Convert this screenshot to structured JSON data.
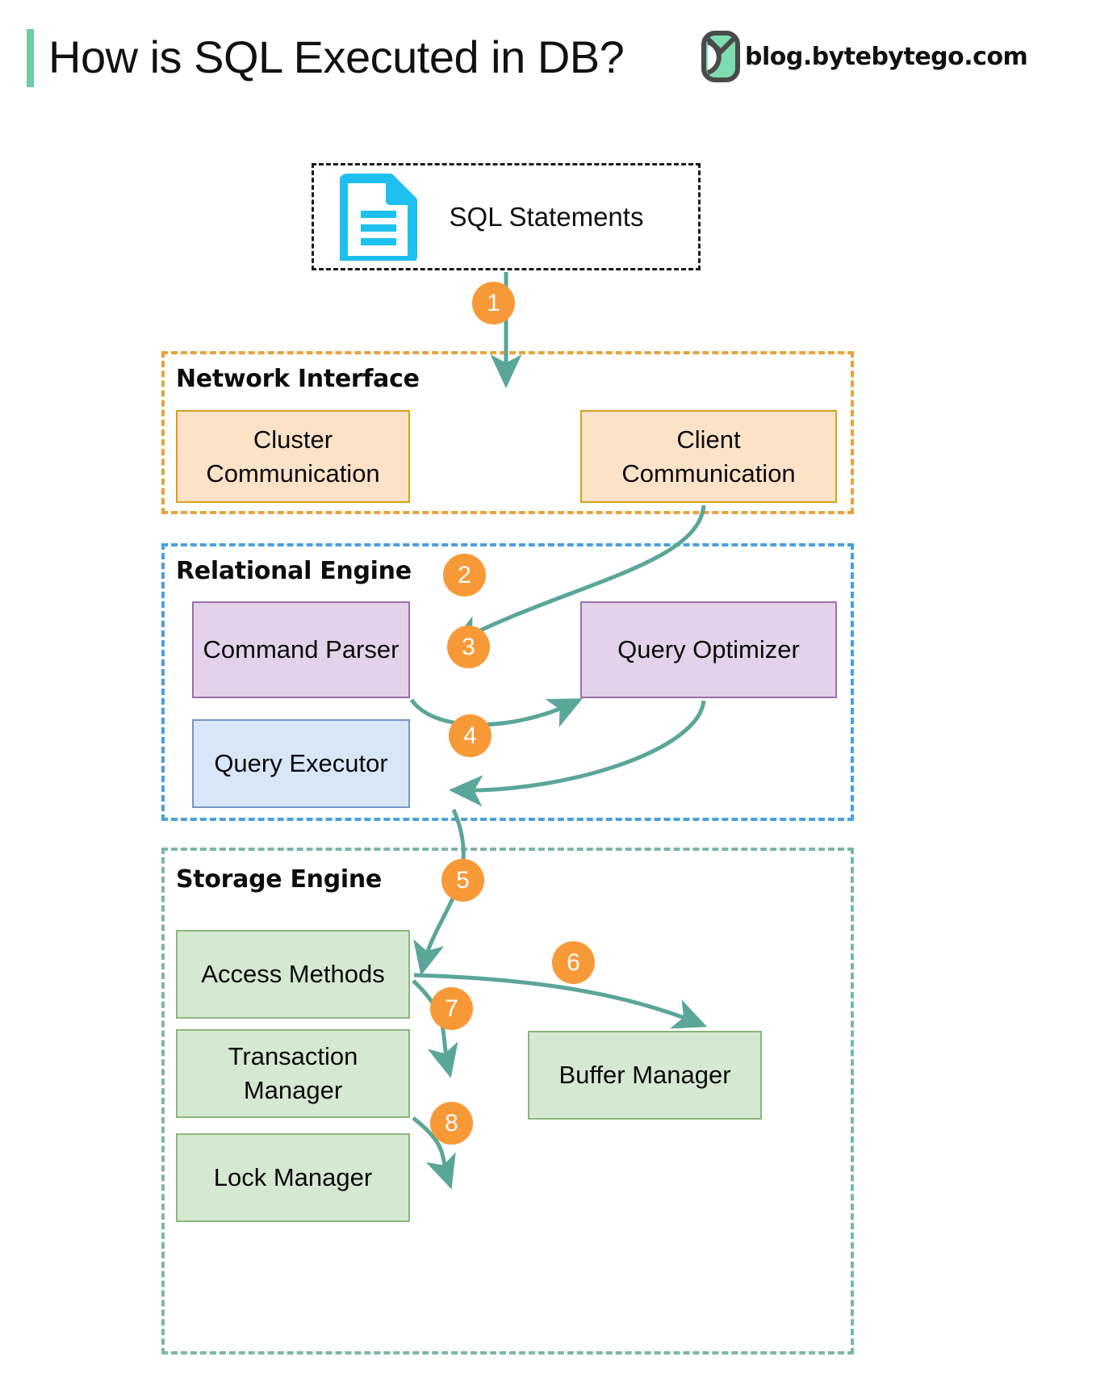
{
  "header": {
    "title": "How is SQL Executed in DB?",
    "brand_text": "blog.bytebytego.com",
    "accent_color": "#6ecba2"
  },
  "source": {
    "label": "SQL Statements",
    "icon": "document-icon",
    "icon_color": "#1ec0f0"
  },
  "groups": [
    {
      "id": "network-interface",
      "label": "Network Interface",
      "border_color": "#e8a33d",
      "nodes": [
        {
          "id": "cluster-communication",
          "label": "Cluster\nCommunication",
          "line1": "Cluster",
          "line2": "Communication",
          "fill": "#fce3c8",
          "stroke": "#d6a01c"
        },
        {
          "id": "client-communication",
          "label": "Client\nCommunication",
          "line1": "Client",
          "line2": "Communication",
          "fill": "#fce3c8",
          "stroke": "#d6a01c"
        }
      ]
    },
    {
      "id": "relational-engine",
      "label": "Relational Engine",
      "border_color": "#4a9fe0",
      "nodes": [
        {
          "id": "command-parser",
          "label": "Command Parser",
          "fill": "#e4d2ea",
          "stroke": "#9b6fa8"
        },
        {
          "id": "query-optimizer",
          "label": "Query Optimizer",
          "fill": "#e4d2ea",
          "stroke": "#9b6fa8"
        },
        {
          "id": "query-executor",
          "label": "Query Executor",
          "fill": "#d9e6f7",
          "stroke": "#7496c4"
        }
      ]
    },
    {
      "id": "storage-engine",
      "label": "Storage Engine",
      "border_color": "#7bb6a8",
      "nodes": [
        {
          "id": "access-methods",
          "label": "Access Methods",
          "fill": "#d5e8d1",
          "stroke": "#8cb67c"
        },
        {
          "id": "transaction-manager",
          "label": "Transaction\nManager",
          "line1": "Transaction",
          "line2": "Manager",
          "fill": "#d5e8d1",
          "stroke": "#8cb67c"
        },
        {
          "id": "lock-manager",
          "label": "Lock Manager",
          "fill": "#d5e8d1",
          "stroke": "#8cb67c"
        },
        {
          "id": "buffer-manager",
          "label": "Buffer Manager",
          "fill": "#d5e8d1",
          "stroke": "#8cb67c"
        }
      ]
    }
  ],
  "steps": [
    {
      "n": "1",
      "from": "sql-statements",
      "to": "network-interface"
    },
    {
      "n": "2",
      "from": "client-communication",
      "to": "command-parser"
    },
    {
      "n": "3",
      "from": "command-parser",
      "to": "query-optimizer"
    },
    {
      "n": "4",
      "from": "query-optimizer",
      "to": "query-executor"
    },
    {
      "n": "5",
      "from": "query-executor",
      "to": "access-methods"
    },
    {
      "n": "6",
      "from": "access-methods",
      "to": "buffer-manager"
    },
    {
      "n": "7",
      "from": "access-methods",
      "to": "transaction-manager"
    },
    {
      "n": "8",
      "from": "transaction-manager",
      "to": "lock-manager"
    }
  ],
  "colors": {
    "arrow": "#5aa698",
    "step_badge": "#f89938",
    "step_text": "#ffffff"
  }
}
